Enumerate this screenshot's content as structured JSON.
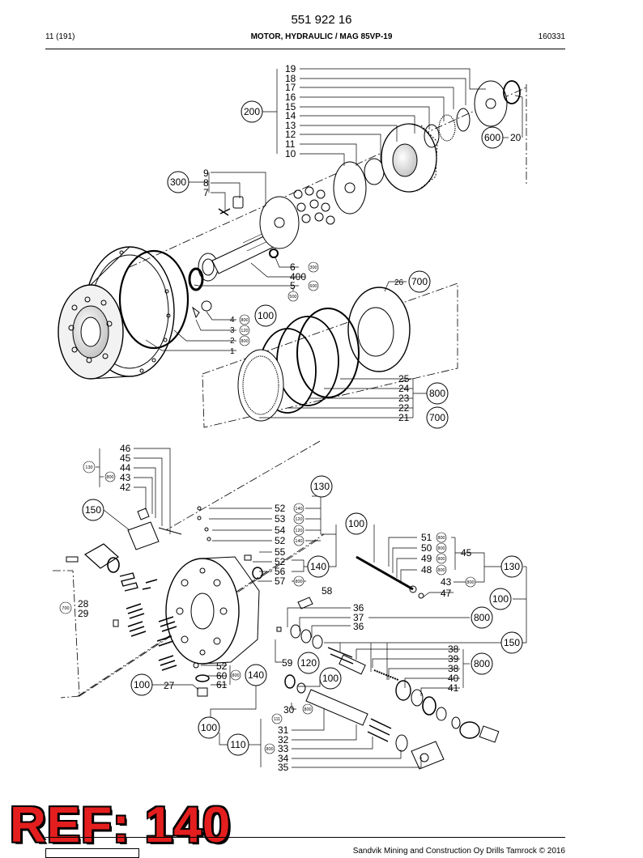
{
  "header": {
    "doc_number": "551 922 16",
    "page_info": "11 (191)",
    "title": "MOTOR, HYDRAULIC / MAG 85VP-19",
    "date_code": "160331"
  },
  "ref_stamp": "REF: 140",
  "footer": {
    "copyright": "Sandvik Mining and Construction Oy Drills Tamrock © 2016"
  },
  "callouts": {
    "c200": "200",
    "c300": "300",
    "c600": "600",
    "c700a": "700",
    "c700b": "700",
    "c800a": "800",
    "c100a": "100",
    "c130a": "130",
    "c150a": "150",
    "c100b": "100",
    "c140a": "140",
    "c130b": "130",
    "c100c": "100",
    "c800b": "800",
    "c150b": "150",
    "c120": "120",
    "c100d": "100",
    "c800c": "800",
    "c100e": "100",
    "c140b": "140",
    "c100f": "100",
    "c110": "110"
  },
  "small_tags": {
    "t300a": "300",
    "t600a": "600",
    "t500": "500",
    "t800a": "800",
    "t120a": "120",
    "t800b": "800",
    "t130": "130",
    "t800c": "800",
    "t140a": "140",
    "t120b": "120",
    "t120c": "120",
    "t140b": "140",
    "t800d": "800",
    "t800e": "800",
    "t800f": "800",
    "t800g": "800",
    "t800h": "800",
    "t800i": "800",
    "t700": "700",
    "t800j": "800",
    "t800k": "800",
    "t111": "111",
    "t800l": "800"
  },
  "part_numbers": {
    "p19": "19",
    "p18": "18",
    "p17": "17",
    "p16": "16",
    "p15": "15",
    "p14": "14",
    "p13": "13",
    "p12": "12",
    "p11": "11",
    "p10": "10",
    "p9": "9",
    "p8": "8",
    "p7": "7",
    "p20": "20",
    "p6": "6",
    "p400": "400",
    "p5": "5",
    "p26": "26",
    "p4": "4",
    "p3": "3",
    "p2": "2",
    "p1": "1",
    "p25": "25",
    "p24": "24",
    "p23": "23",
    "p22": "22",
    "p21": "21",
    "p46": "46",
    "p45a": "45",
    "p44": "44",
    "p43a": "43",
    "p42": "42",
    "p52a": "52",
    "p53": "53",
    "p54": "54",
    "p52b": "52",
    "p55": "55",
    "p52c": "52",
    "p56": "56",
    "p57": "57",
    "p58": "58",
    "p51": "51",
    "p50": "50",
    "p49": "49",
    "p48": "48",
    "p45b": "45",
    "p43b": "43",
    "p47": "47",
    "p28": "28",
    "p29": "29",
    "p36a": "36",
    "p37": "37",
    "p36b": "36",
    "p38a": "38",
    "p39": "39",
    "p38b": "38",
    "p40": "40",
    "p41": "41",
    "p59": "59",
    "p52d": "52",
    "p60": "60",
    "p61": "61",
    "p27": "27",
    "p30": "30",
    "p31": "31",
    "p32": "32",
    "p33": "33",
    "p34": "34",
    "p35": "35"
  }
}
